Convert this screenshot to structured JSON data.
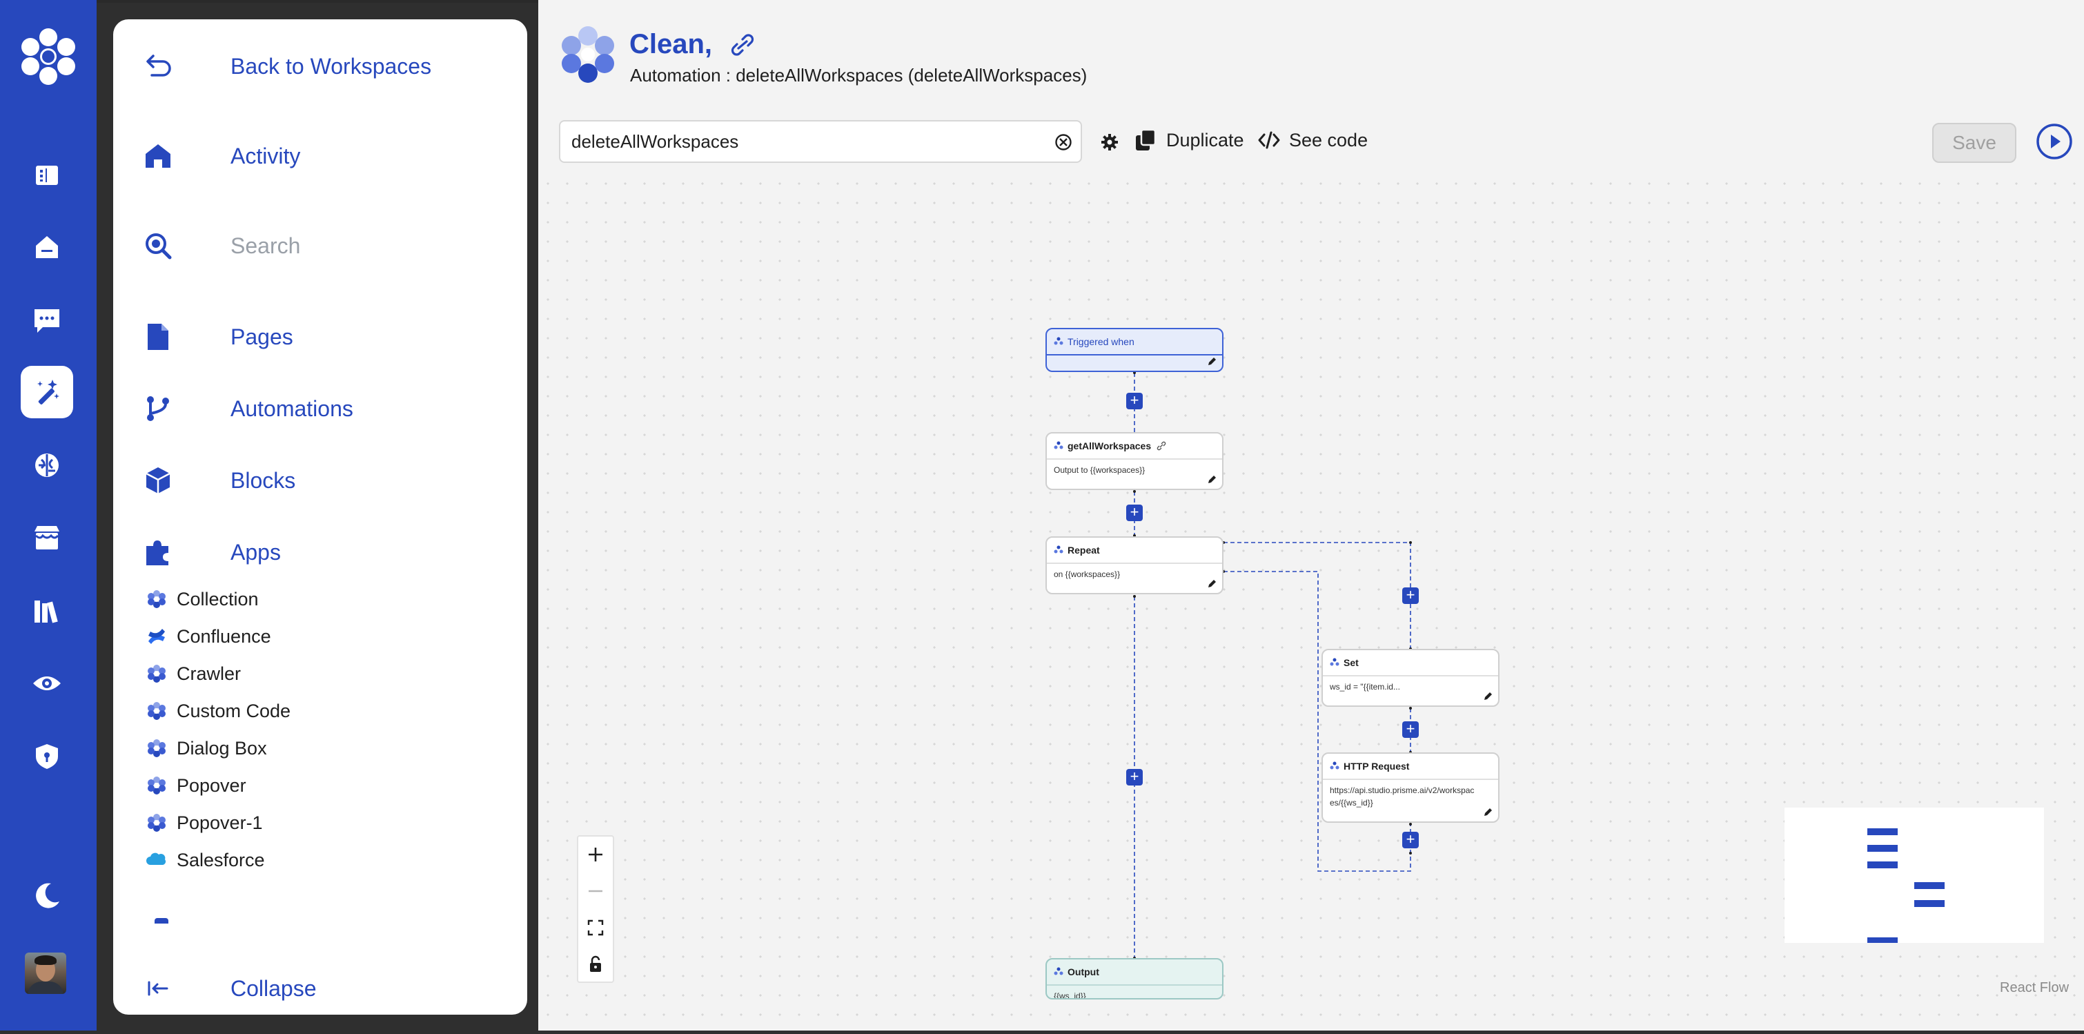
{
  "sidebar": {
    "back_label": "Back to Workspaces",
    "nav": [
      {
        "label": "Activity"
      },
      {
        "label": "Search"
      },
      {
        "label": "Pages"
      },
      {
        "label": "Automations"
      },
      {
        "label": "Blocks"
      },
      {
        "label": "Apps"
      }
    ],
    "apps": [
      {
        "label": "Collection",
        "icon": "prisme-app-icon"
      },
      {
        "label": "Confluence",
        "icon": "confluence-icon"
      },
      {
        "label": "Crawler",
        "icon": "prisme-app-icon"
      },
      {
        "label": "Custom Code",
        "icon": "prisme-app-icon"
      },
      {
        "label": "Dialog Box",
        "icon": "prisme-app-icon"
      },
      {
        "label": "Popover",
        "icon": "prisme-app-icon"
      },
      {
        "label": "Popover-1",
        "icon": "prisme-app-icon"
      },
      {
        "label": "Salesforce",
        "icon": "salesforce-icon"
      }
    ],
    "collapse_label": "Collapse"
  },
  "header": {
    "title": "Clean,",
    "subtitle": "Automation : deleteAllWorkspaces (deleteAllWorkspaces)"
  },
  "toolbar": {
    "name_value": "deleteAllWorkspaces",
    "duplicate_label": "Duplicate",
    "see_code_label": "See code",
    "save_label": "Save"
  },
  "flow": {
    "trigger": {
      "title": "Triggered when"
    },
    "get_all": {
      "title": "getAllWorkspaces",
      "body": "Output to {{workspaces}}"
    },
    "repeat": {
      "title": "Repeat",
      "body": "on {{workspaces}}"
    },
    "set": {
      "title": "Set",
      "body": "ws_id = \"{{item.id..."
    },
    "http": {
      "title": "HTTP Request",
      "body": "https://api.studio.prisme.ai/v2/workspaces/{{ws_id}}"
    },
    "output": {
      "title": "Output",
      "body": "{{ws_id}}"
    },
    "plus_label": "+"
  },
  "attribution": "React Flow",
  "colors": {
    "brand": "#2748bd",
    "rail_bg": "#2748bd",
    "canvas_bg": "#f3f3f3",
    "trigger_bg": "#e6ecfb",
    "output_bg": "#e5f3f1"
  },
  "rail_icons": [
    "prisme-logo-icon",
    "dashboard-icon",
    "home-icon",
    "chat-icon",
    "magic-wand-icon",
    "brain-icon",
    "store-icon",
    "library-icon",
    "eye-icon",
    "shield-icon",
    "moon-icon",
    "avatar"
  ]
}
